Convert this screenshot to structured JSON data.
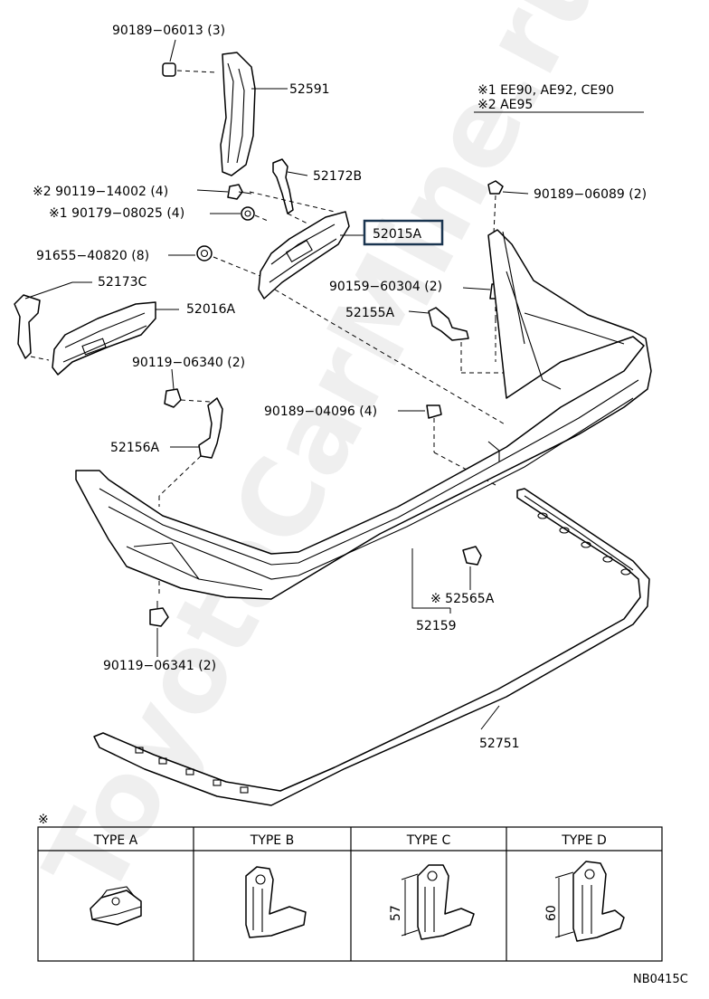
{
  "watermark": "ToyotaCarMine.ru",
  "legend": {
    "line1": "※1  EE90, AE92, CE90",
    "line2": "※2  AE95"
  },
  "labels": {
    "p90189_06013": "90189−06013 (3)",
    "p52591": "52591",
    "p52172B": "52172B",
    "p90119_14002": "※2  90119−14002 (4)",
    "p90179_08025": "※1  90179−08025 (4)",
    "p91655_40820": "91655−40820 (8)",
    "p52015A": "52015A",
    "p90189_06089": "90189−06089 (2)",
    "p52173C": "52173C",
    "p52016A": "52016A",
    "p90159_60304": "90159−60304 (2)",
    "p52155A": "52155A",
    "p90119_06340": "90119−06340 (2)",
    "p90189_04096": "90189−04096 (4)",
    "p52156A": "52156A",
    "p52565A": "※  52565A",
    "p52159": "52159",
    "p90119_06341": "90119−06341 (2)",
    "p52751": "52751"
  },
  "types_table": {
    "asterisk": "※",
    "headers": [
      "TYPE  A",
      "TYPE  B",
      "TYPE  C",
      "TYPE  D"
    ],
    "dim_c": "57",
    "dim_d": "60"
  },
  "code": "NB0415C"
}
